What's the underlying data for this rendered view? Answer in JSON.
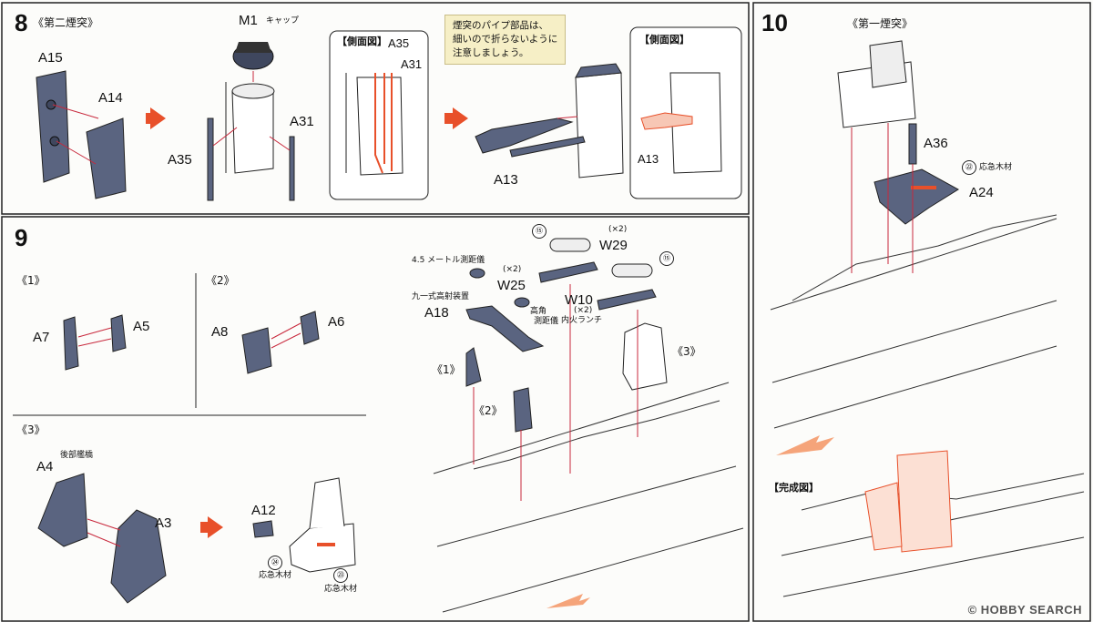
{
  "step8": {
    "number": "8",
    "title": "《第二煙突》",
    "labels": {
      "a15": "A15",
      "a14": "A14",
      "m1": "M1",
      "m1_sub": "キャップ",
      "a35_left": "A35",
      "a31": "A31",
      "inset1_title": "【側面図】",
      "inset1_a35": "A35",
      "inset1_a31": "A31",
      "a13": "A13",
      "inset2_title": "【側面図】",
      "inset2_a13": "A13"
    },
    "note_lines": [
      "煙突のパイプ部品は、",
      "細いので折らないように",
      "注意しましょう。"
    ]
  },
  "step9": {
    "number": "9",
    "sub1": {
      "title": "《1》",
      "left": "A7",
      "right": "A5"
    },
    "sub2": {
      "title": "《2》",
      "left": "A8",
      "right": "A6"
    },
    "sub3": {
      "title": "《3》",
      "a4_caption": "後部艦橋",
      "a4": "A4",
      "a3": "A3",
      "a12": "A12",
      "circ24": "㉔",
      "wood24": "応急木材",
      "circ23": "㉓",
      "wood23": "応急木材"
    },
    "parts": {
      "rangefinder_caption": "4.5 メートル測距儀",
      "w25_mult": "(×2)",
      "w25": "W25",
      "director_caption": "九一式高射装置",
      "a18": "A18",
      "ha_caption_1": "高角",
      "ha_caption_2": "測距儀",
      "circ15_a": "⑮",
      "w29_mult": "(×2)",
      "w29": "W29",
      "circ15_b": "⑮",
      "w10": "W10",
      "w10_mult": "(×2)",
      "w10_caption": "内火ランチ",
      "ship1": "《1》",
      "ship2": "《2》",
      "ship3": "《3》"
    }
  },
  "step10": {
    "number": "10",
    "title": "《第一煙突》",
    "a36": "A36",
    "circ22": "㉒",
    "wood22": "応急木材",
    "a24": "A24",
    "complete": "【完成図】"
  },
  "watermark": "© HOBBY SEARCH",
  "colors": {
    "part": "#5a6480",
    "part_dark": "#3f475e",
    "arrow": "#e8502a",
    "highlight": "#e8502a",
    "line": "#c8283c",
    "border": "#222222",
    "note_bg": "#f6efc6"
  }
}
